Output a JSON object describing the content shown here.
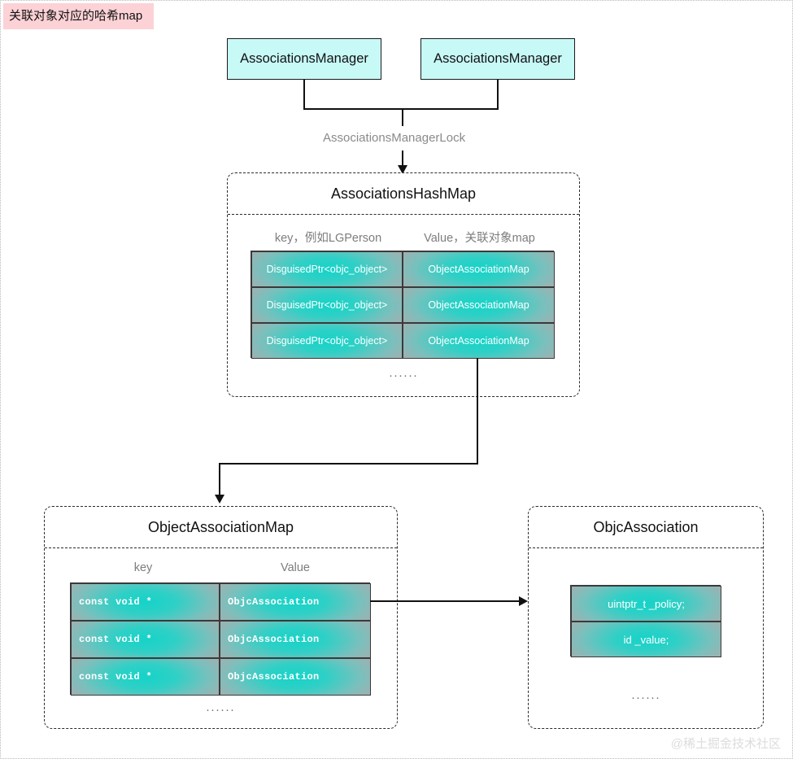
{
  "title_badge": {
    "text": "关联对象对应的哈希map"
  },
  "managers": [
    {
      "label": "AssociationsManager"
    },
    {
      "label": "AssociationsManager"
    }
  ],
  "lock_label": "AssociationsManagerLock",
  "hash_map": {
    "title": "AssociationsHashMap",
    "columns": [
      "key，例如LGPerson",
      "Value，关联对象map"
    ],
    "rows": [
      {
        "key": "DisguisedPtr<objc_object>",
        "value": "ObjectAssociationMap"
      },
      {
        "key": "DisguisedPtr<objc_object>",
        "value": "ObjectAssociationMap"
      },
      {
        "key": "DisguisedPtr<objc_object>",
        "value": "ObjectAssociationMap"
      }
    ],
    "ellipsis": "······"
  },
  "object_association_map": {
    "title": "ObjectAssociationMap",
    "columns": [
      "key",
      "Value"
    ],
    "rows": [
      {
        "key": "const void *",
        "value": "ObjcAssociation"
      },
      {
        "key": "const void *",
        "value": "ObjcAssociation"
      },
      {
        "key": "const void *",
        "value": "ObjcAssociation"
      }
    ],
    "ellipsis": "······"
  },
  "objc_association": {
    "title": "ObjcAssociation",
    "fields": [
      "uintptr_t _policy;",
      "id _value;"
    ],
    "ellipsis": "······"
  },
  "watermark": "@稀土掘金技术社区",
  "colors": {
    "badge_bg": "#fcd2d6",
    "manager_bg": "#c7f9f7",
    "cell_teal": "#15d3c8",
    "cell_gray": "#b3b3b3",
    "label_gray": "#8a8a8a",
    "stroke": "#2b2b2b"
  }
}
